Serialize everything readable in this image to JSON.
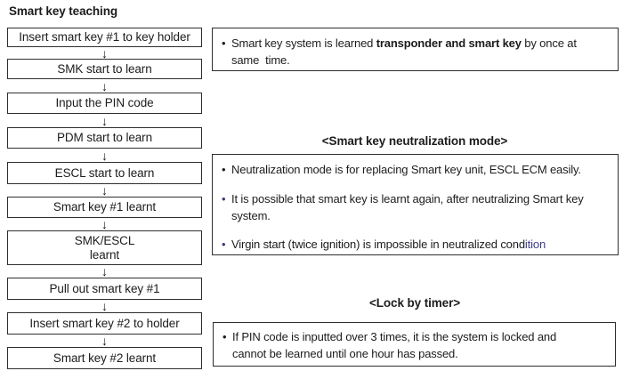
{
  "colors": {
    "background": "#ffffff",
    "text": "#1c1c1c",
    "box_border": "#2e2e2e",
    "condition_blue": "#3b3b8a",
    "bullet_navy": "#3a3a78"
  },
  "title": "Smart key teaching",
  "chars": {
    "bullet": "•",
    "arrow_down": "↓"
  },
  "flow": {
    "steps": [
      {
        "label": "Insert smart key #1 to key holder"
      },
      {
        "label": "SMK start to learn"
      },
      {
        "label": "Input the PIN code"
      },
      {
        "label": "PDM start to learn"
      },
      {
        "label": "ESCL start to learn"
      },
      {
        "label": "Smart key #1 learnt"
      },
      {
        "label": "SMK/ESCL\nlearnt"
      },
      {
        "label": "Pull out smart key #1"
      },
      {
        "label": "Insert smart key #2 to holder"
      },
      {
        "label": "Smart key #2 learnt"
      }
    ]
  },
  "notes": {
    "smart_key": {
      "text_before": "Smart key system is learned ",
      "text_bold": "transponder and smart key",
      "text_after": " by once at\nsame  time."
    },
    "neutralization": {
      "heading": "<Smart key neutralization mode>",
      "bullet1": "Neutralization mode is for replacing Smart key unit, ESCL ECM easily.",
      "bullet2": "It is possible that smart key is learnt again, after neutralizing Smart key\nsystem.",
      "bullet3_before": "Virgin start (twice ignition) is impossible in neutralized cond",
      "bullet3_blue": "ition"
    },
    "lock_by_timer": {
      "heading": "<Lock by timer>",
      "bullet1": "If PIN code is inputted over 3 times, it is the system is locked and\ncannot be learned until one hour has passed."
    }
  }
}
